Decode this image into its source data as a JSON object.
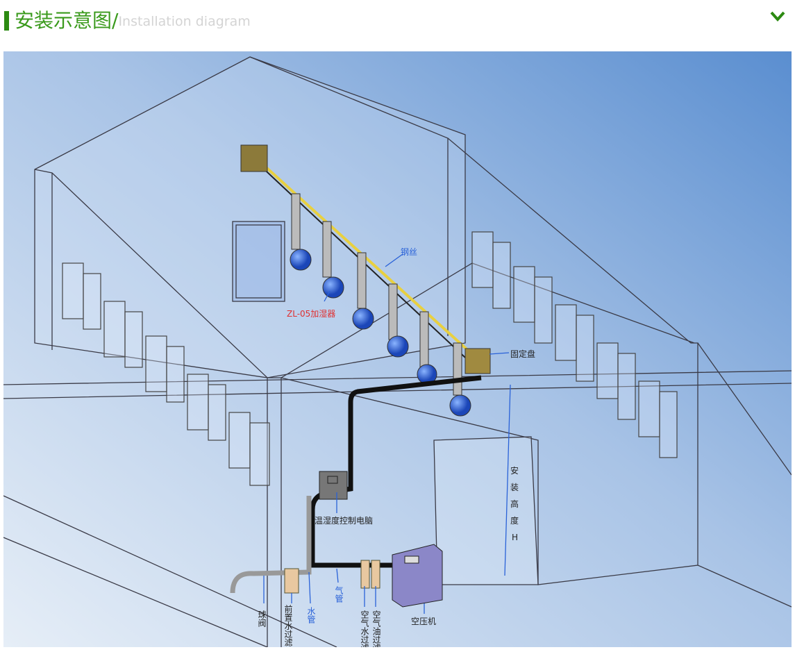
{
  "header": {
    "title_cn": "安装示意图",
    "separator": "/",
    "title_en": "Installation diagram"
  },
  "diagram": {
    "labels": {
      "wire": "钢丝",
      "humidifier": "ZL-05加湿器",
      "fixed_plate": "固定盘",
      "height_chars": [
        "安",
        "装",
        "高",
        "度",
        "H"
      ],
      "controller": "温湿度控制电脑",
      "air_pipe": "气管",
      "ball_valve": "球阀",
      "pre_filter": "前置水过滤",
      "water_pipe": "水管",
      "air_water_filter": "空气水过滤器",
      "air_oil_filter": "空气油过滤器",
      "compressor": "空压机"
    },
    "colors": {
      "accent": "#3a9a1c",
      "label_blue": "#2a62d8",
      "label_red": "#e03030"
    }
  }
}
